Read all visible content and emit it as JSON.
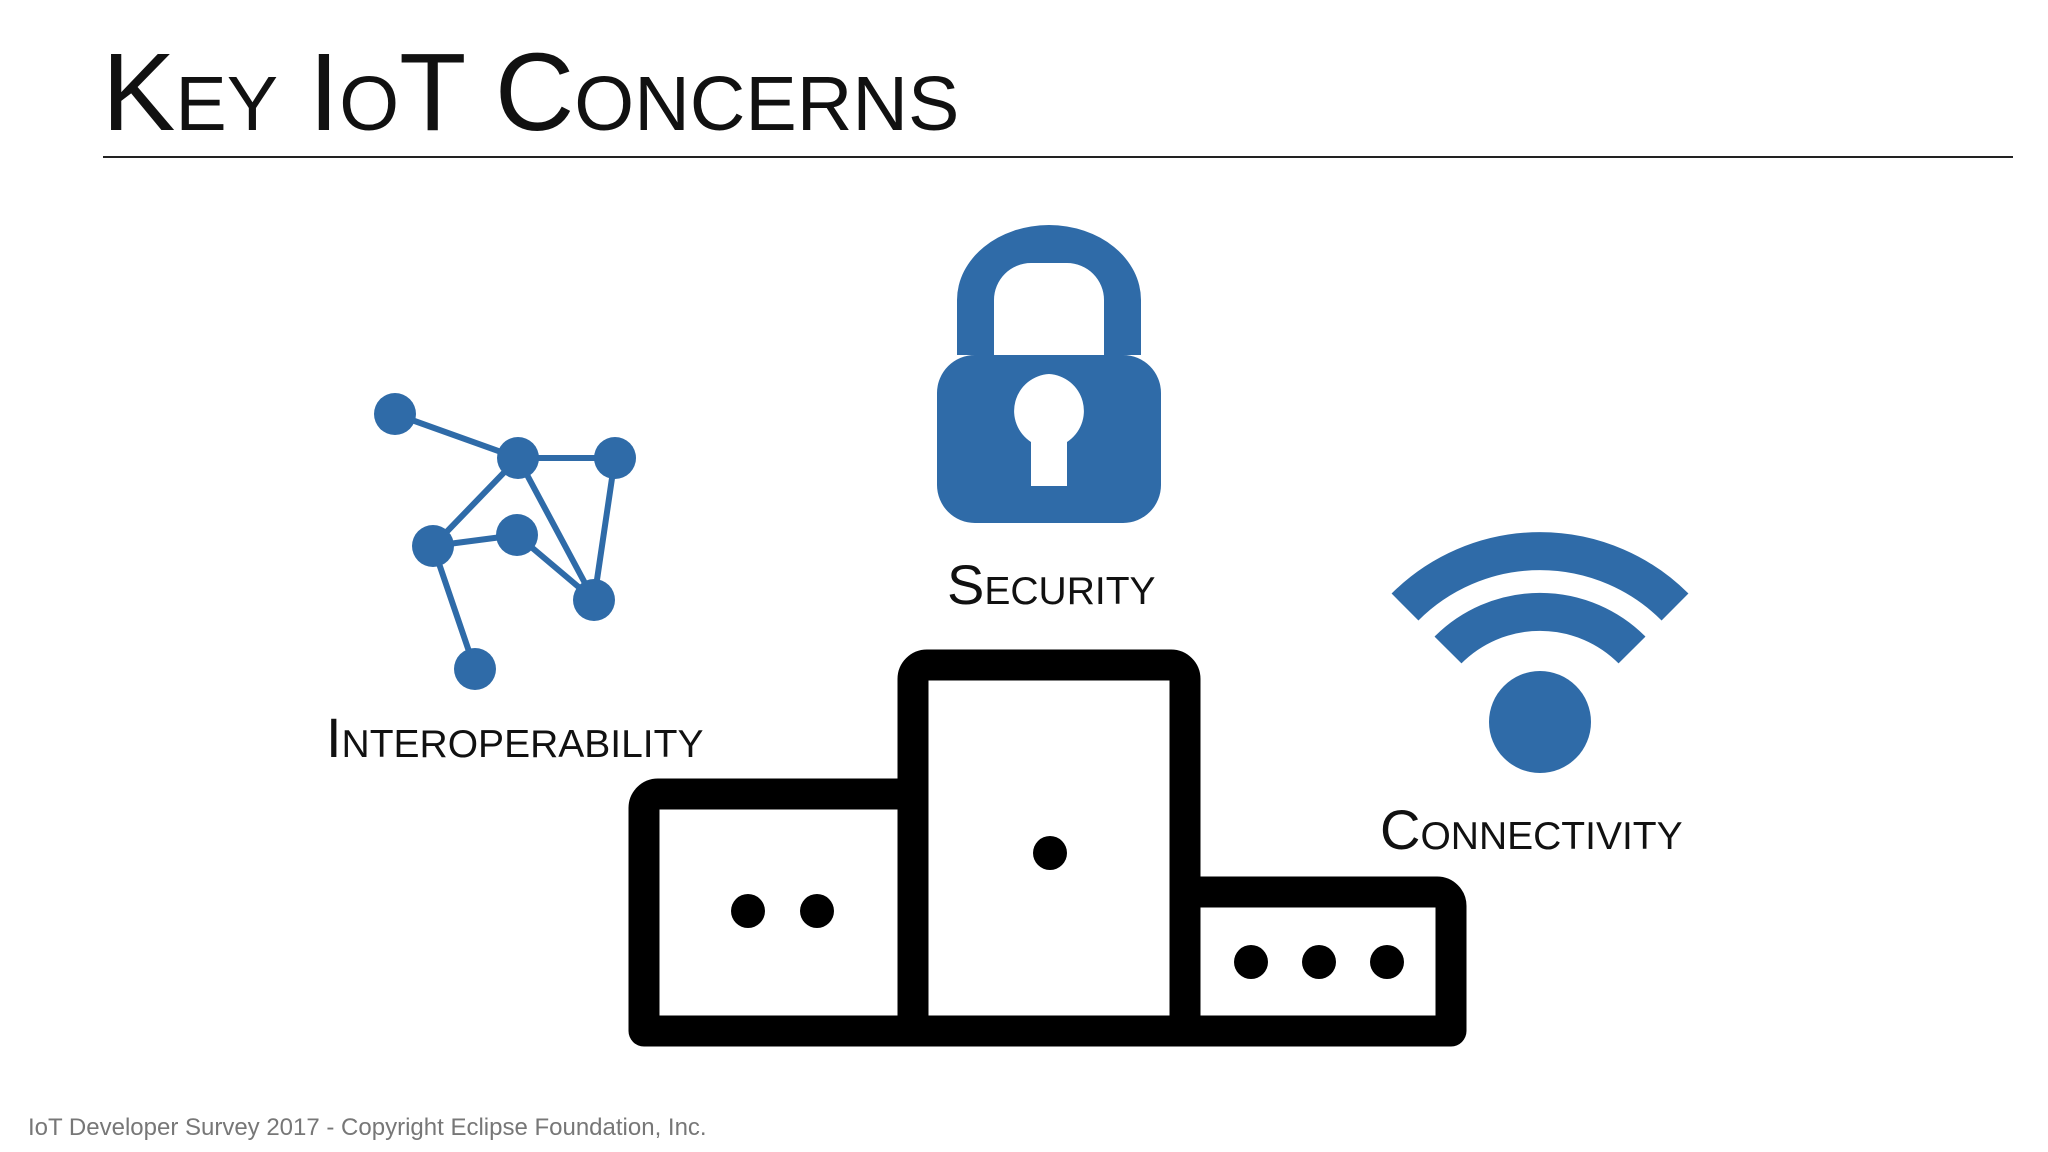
{
  "slide": {
    "title": "Key IoT Concerns",
    "footer": "IoT Developer Survey 2017 - Copyright Eclipse Foundation, Inc."
  },
  "concerns": [
    {
      "label": "Interoperability",
      "icon": "network-graph-icon"
    },
    {
      "label": "Security",
      "icon": "padlock-icon"
    },
    {
      "label": "Connectivity",
      "icon": "wifi-icon"
    }
  ],
  "podium": {
    "places": [
      {
        "rank": 1,
        "concern": "Security",
        "dots": 1
      },
      {
        "rank": 2,
        "concern": "Interoperability",
        "dots": 2
      },
      {
        "rank": 3,
        "concern": "Connectivity",
        "dots": 3
      }
    ],
    "icon": "podium-icon"
  },
  "colors": {
    "icon_blue": "#2F6BA8",
    "text": "#111111",
    "footer_text": "#777777",
    "podium": "#000000"
  }
}
